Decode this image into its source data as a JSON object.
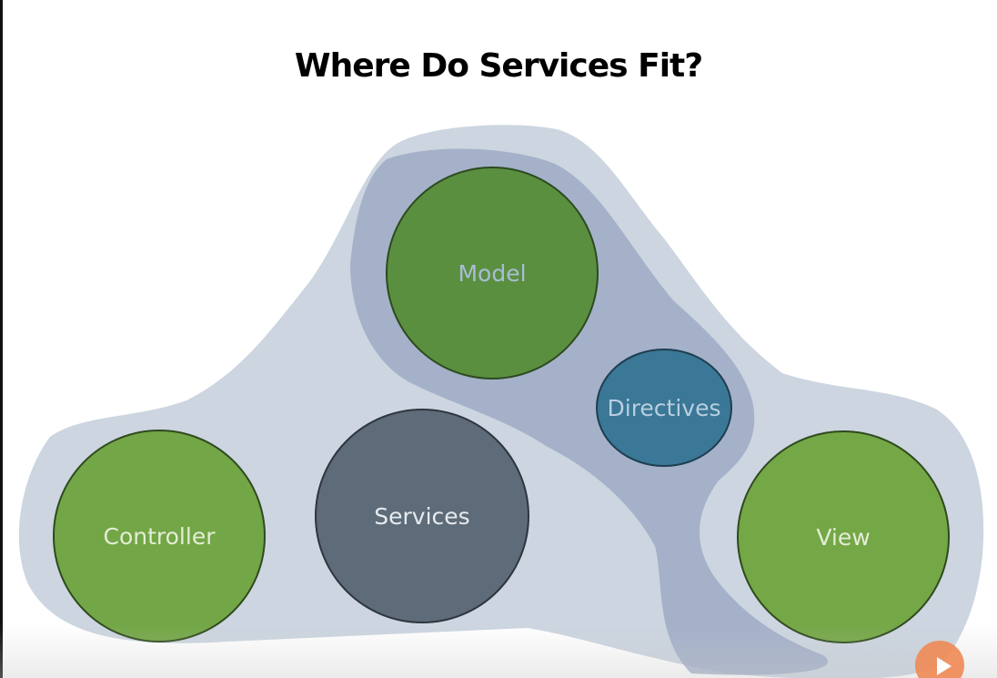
{
  "slide": {
    "title": "Where Do Services Fit?"
  },
  "diagram": {
    "nodes": {
      "model": {
        "label": "Model",
        "fill": "#5a8f40",
        "text_color": "#a9bdd6"
      },
      "directives": {
        "label": "Directives",
        "fill": "#3b7796",
        "text_color": "#b8cfe0"
      },
      "controller": {
        "label": "Controller",
        "fill": "#72a646",
        "text_color": "#e4ecd6"
      },
      "services": {
        "label": "Services",
        "fill": "#5e6b78",
        "text_color": "#e6ebef"
      },
      "view": {
        "label": "View",
        "fill": "#74a746",
        "text_color": "#e4ecd6"
      }
    },
    "regions": {
      "outer_fill": "#c3cedb",
      "inner_fill": "#9aa7c3"
    }
  },
  "player": {
    "play_icon": "play-icon",
    "accent": "#f08a55"
  }
}
